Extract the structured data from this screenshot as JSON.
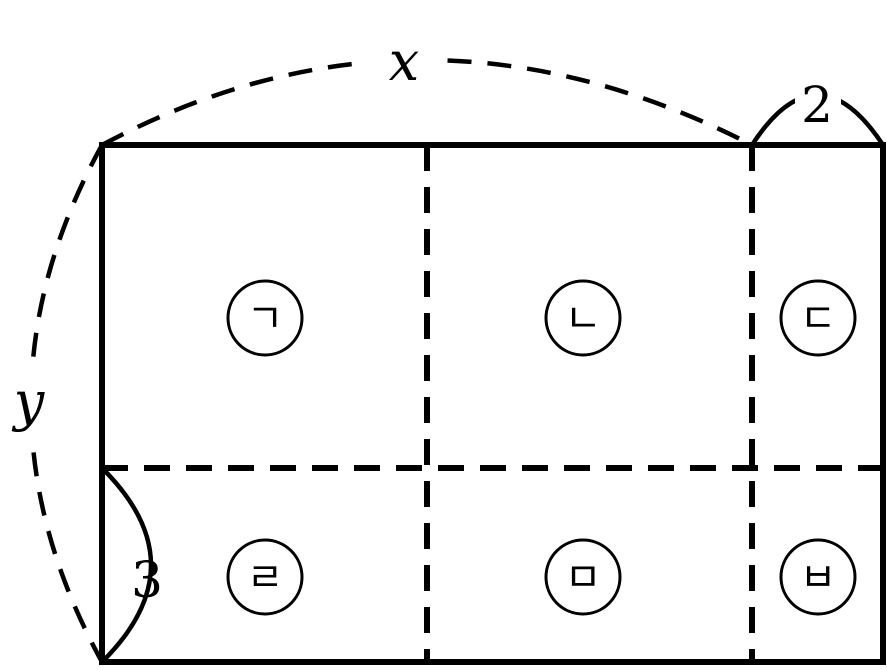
{
  "diagram": {
    "dimension_x": "x",
    "dimension_y": "y",
    "dimension_2": "2",
    "dimension_3": "3",
    "regions": [
      {
        "id": "r1",
        "label": "ㄱ"
      },
      {
        "id": "r2",
        "label": "ㄴ"
      },
      {
        "id": "r3",
        "label": "ㄷ"
      },
      {
        "id": "r4",
        "label": "ㄹ"
      },
      {
        "id": "r5",
        "label": "ㅁ"
      },
      {
        "id": "r6",
        "label": "ㅂ"
      }
    ],
    "colors": {
      "stroke": "#000000",
      "background": "#ffffff"
    }
  }
}
